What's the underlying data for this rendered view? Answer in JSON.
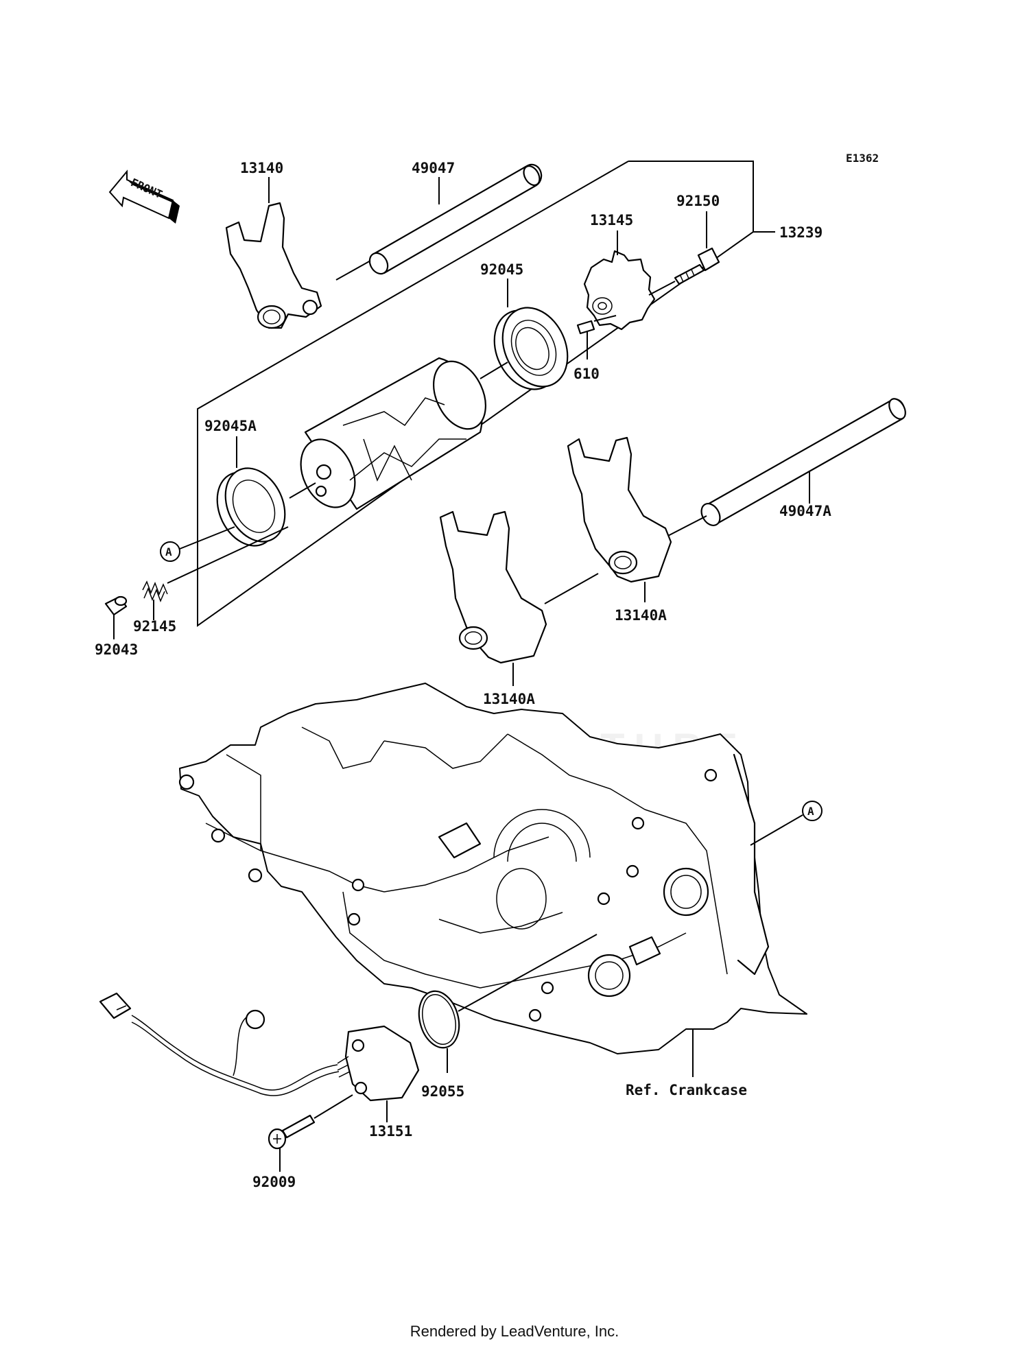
{
  "diagram_code": "E1362",
  "front_marker": "FRONT",
  "reference_marker": "A",
  "watermark": "LEADVENTURE",
  "footer": "Rendered by LeadVenture, Inc.",
  "parts": {
    "p13140": "13140",
    "p49047": "49047",
    "p13145": "13145",
    "p92150": "92150",
    "p13239": "13239",
    "p92045": "92045",
    "p610": "610",
    "p92045A": "92045A",
    "p49047A": "49047A",
    "p13140A_upper": "13140A",
    "p13140A_lower": "13140A",
    "p92145": "92145",
    "p92043": "92043",
    "p92055": "92055",
    "p13151": "13151",
    "p92009": "92009",
    "ref_crankcase": "Ref. Crankcase"
  }
}
